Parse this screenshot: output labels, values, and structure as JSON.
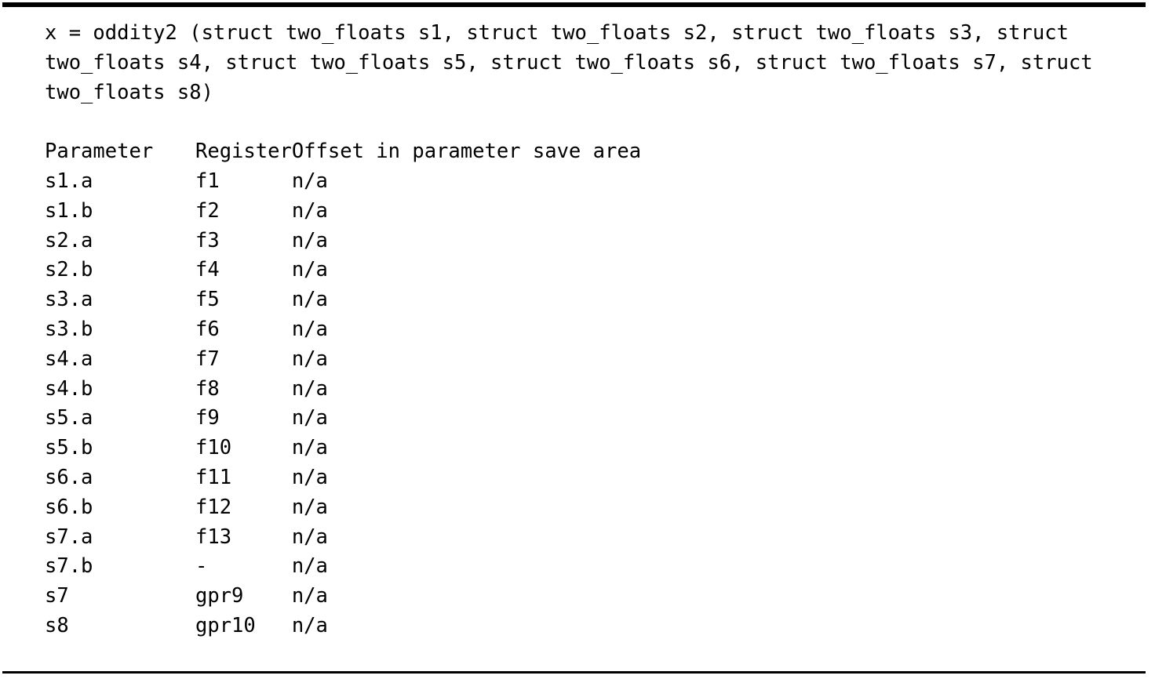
{
  "document": {
    "signature": "x = oddity2 (struct two_floats s1, struct two_floats s2, struct two_floats s3, struct two_floats s4, struct two_floats s5, struct two_floats s6, struct two_floats s7, struct two_floats s8)",
    "signature_lines": [
      "x = oddity2 (struct two_floats s1, struct two_floats s2, struct two_floats s3, struct",
      "two_floats s4, struct two_floats s5, struct two_floats s6, struct two_floats s7, struct",
      "two_floats s8)"
    ]
  },
  "table": {
    "headers": [
      "Parameter",
      "Register",
      "Offset in parameter save area"
    ],
    "rows": [
      {
        "parameter": "s1.a",
        "register": "f1",
        "offset": "n/a"
      },
      {
        "parameter": "s1.b",
        "register": "f2",
        "offset": "n/a"
      },
      {
        "parameter": "s2.a",
        "register": "f3",
        "offset": "n/a"
      },
      {
        "parameter": "s2.b",
        "register": "f4",
        "offset": "n/a"
      },
      {
        "parameter": "s3.a",
        "register": "f5",
        "offset": "n/a"
      },
      {
        "parameter": "s3.b",
        "register": "f6",
        "offset": "n/a"
      },
      {
        "parameter": "s4.a",
        "register": "f7",
        "offset": "n/a"
      },
      {
        "parameter": "s4.b",
        "register": "f8",
        "offset": "n/a"
      },
      {
        "parameter": "s5.a",
        "register": "f9",
        "offset": "n/a"
      },
      {
        "parameter": "s5.b",
        "register": "f10",
        "offset": "n/a"
      },
      {
        "parameter": "s6.a",
        "register": "f11",
        "offset": "n/a"
      },
      {
        "parameter": "s6.b",
        "register": "f12",
        "offset": "n/a"
      },
      {
        "parameter": "s7.a",
        "register": "f13",
        "offset": "n/a"
      },
      {
        "parameter": "s7.b",
        "register": "-",
        "offset": "n/a"
      },
      {
        "parameter": "s7",
        "register": "gpr9",
        "offset": "n/a"
      },
      {
        "parameter": "s8",
        "register": "gpr10",
        "offset": "n/a"
      }
    ]
  },
  "style": {
    "text_color": "#000000",
    "background_color": "#ffffff",
    "rule_color": "#000000"
  }
}
